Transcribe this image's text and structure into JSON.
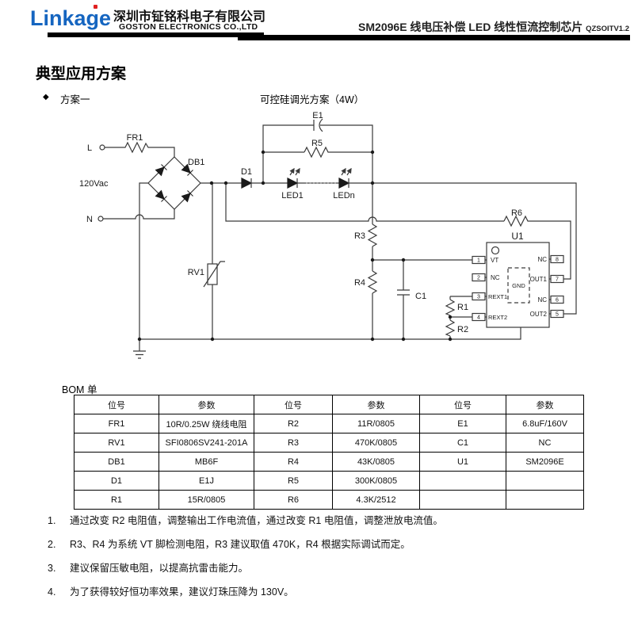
{
  "header": {
    "logo": "Linkage",
    "company_cn": "深圳市钲铭科电子有限公司",
    "company_en": "GOSTON ELECTRONICS CO.,LTD",
    "doc_title": "SM2096E 线电压补偿 LED 线性恒流控制芯片",
    "doc_version": "QZSOITV1.2",
    "logo_color": "#1565c0",
    "logo_dot_color": "#e02020"
  },
  "section": {
    "heading": "典型应用方案",
    "bullet_glyph": "◆",
    "scheme_label": "方案一",
    "diagram_title": "可控硅调光方案（4W）"
  },
  "schematic": {
    "labels": {
      "l": "L",
      "n": "N",
      "vac": "120Vac",
      "fr1": "FR1",
      "db1": "DB1",
      "rv1": "RV1",
      "d1": "D1",
      "e1": "E1",
      "r5": "R5",
      "led1": "LED1",
      "ledn": "LEDn",
      "r6": "R6",
      "r3": "R3",
      "r4": "R4",
      "c1": "C1",
      "r1": "R1",
      "r2": "R2",
      "u1": "U1",
      "gnd": "GND"
    },
    "u1_pins": {
      "left": [
        {
          "num": "1",
          "label": "VT"
        },
        {
          "num": "2",
          "label": "NC"
        },
        {
          "num": "3",
          "label": "REXT1"
        },
        {
          "num": "4",
          "label": "REXT2"
        }
      ],
      "right": [
        {
          "num": "8",
          "label": "NC"
        },
        {
          "num": "7",
          "label": "OUT1"
        },
        {
          "num": "6",
          "label": "NC"
        },
        {
          "num": "5",
          "label": "OUT2"
        }
      ]
    }
  },
  "bom": {
    "title": "BOM 单",
    "headers": [
      "位号",
      "参数",
      "位号",
      "参数",
      "位号",
      "参数"
    ],
    "rows": [
      [
        "FR1",
        "10R/0.25W 绕线电阻",
        "R2",
        "11R/0805",
        "E1",
        "6.8uF/160V"
      ],
      [
        "RV1",
        "SFI0806SV241-201A",
        "R3",
        "470K/0805",
        "C1",
        "NC"
      ],
      [
        "DB1",
        "MB6F",
        "R4",
        "43K/0805",
        "U1",
        "SM2096E"
      ],
      [
        "D1",
        "E1J",
        "R5",
        "300K/0805",
        "",
        ""
      ],
      [
        "R1",
        "15R/0805",
        "R6",
        "4.3K/2512",
        "",
        ""
      ]
    ]
  },
  "notes": [
    {
      "num": "1.",
      "text": "通过改变 R2 电阻值，调整输出工作电流值，通过改变 R1 电阻值，调整泄放电流值。"
    },
    {
      "num": "2.",
      "text": "R3、R4 为系统 VT 脚检测电阻，R3 建议取值 470K，R4 根据实际调试而定。"
    },
    {
      "num": "3.",
      "text": "建议保留压敏电阻，以提高抗雷击能力。"
    },
    {
      "num": "4.",
      "text": "为了获得较好恒功率效果，建议灯珠压降为 130V。"
    }
  ]
}
